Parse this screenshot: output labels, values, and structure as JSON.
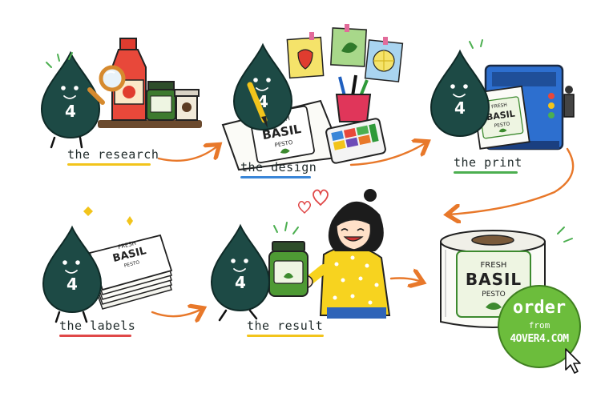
{
  "mascot_number": "4",
  "steps": {
    "research": "the research",
    "design": "the design",
    "print": "the print",
    "labels": "the labels",
    "result": "the result"
  },
  "label": {
    "line1": "FRESH",
    "line2": "BASIL",
    "line3": "PESTO"
  },
  "order_badge": {
    "line1": "order",
    "line2": "from",
    "line3": "4OVER4.COM"
  },
  "colors": {
    "mascot": "#1d4a45",
    "arrow": "#e8782a",
    "research_underline": "#f2c41b",
    "design_underline": "#3a86d8",
    "print_underline": "#4caf50",
    "labels_underline": "#e04848",
    "result_underline": "#f2c41b",
    "badge": "#6cbd3c"
  }
}
